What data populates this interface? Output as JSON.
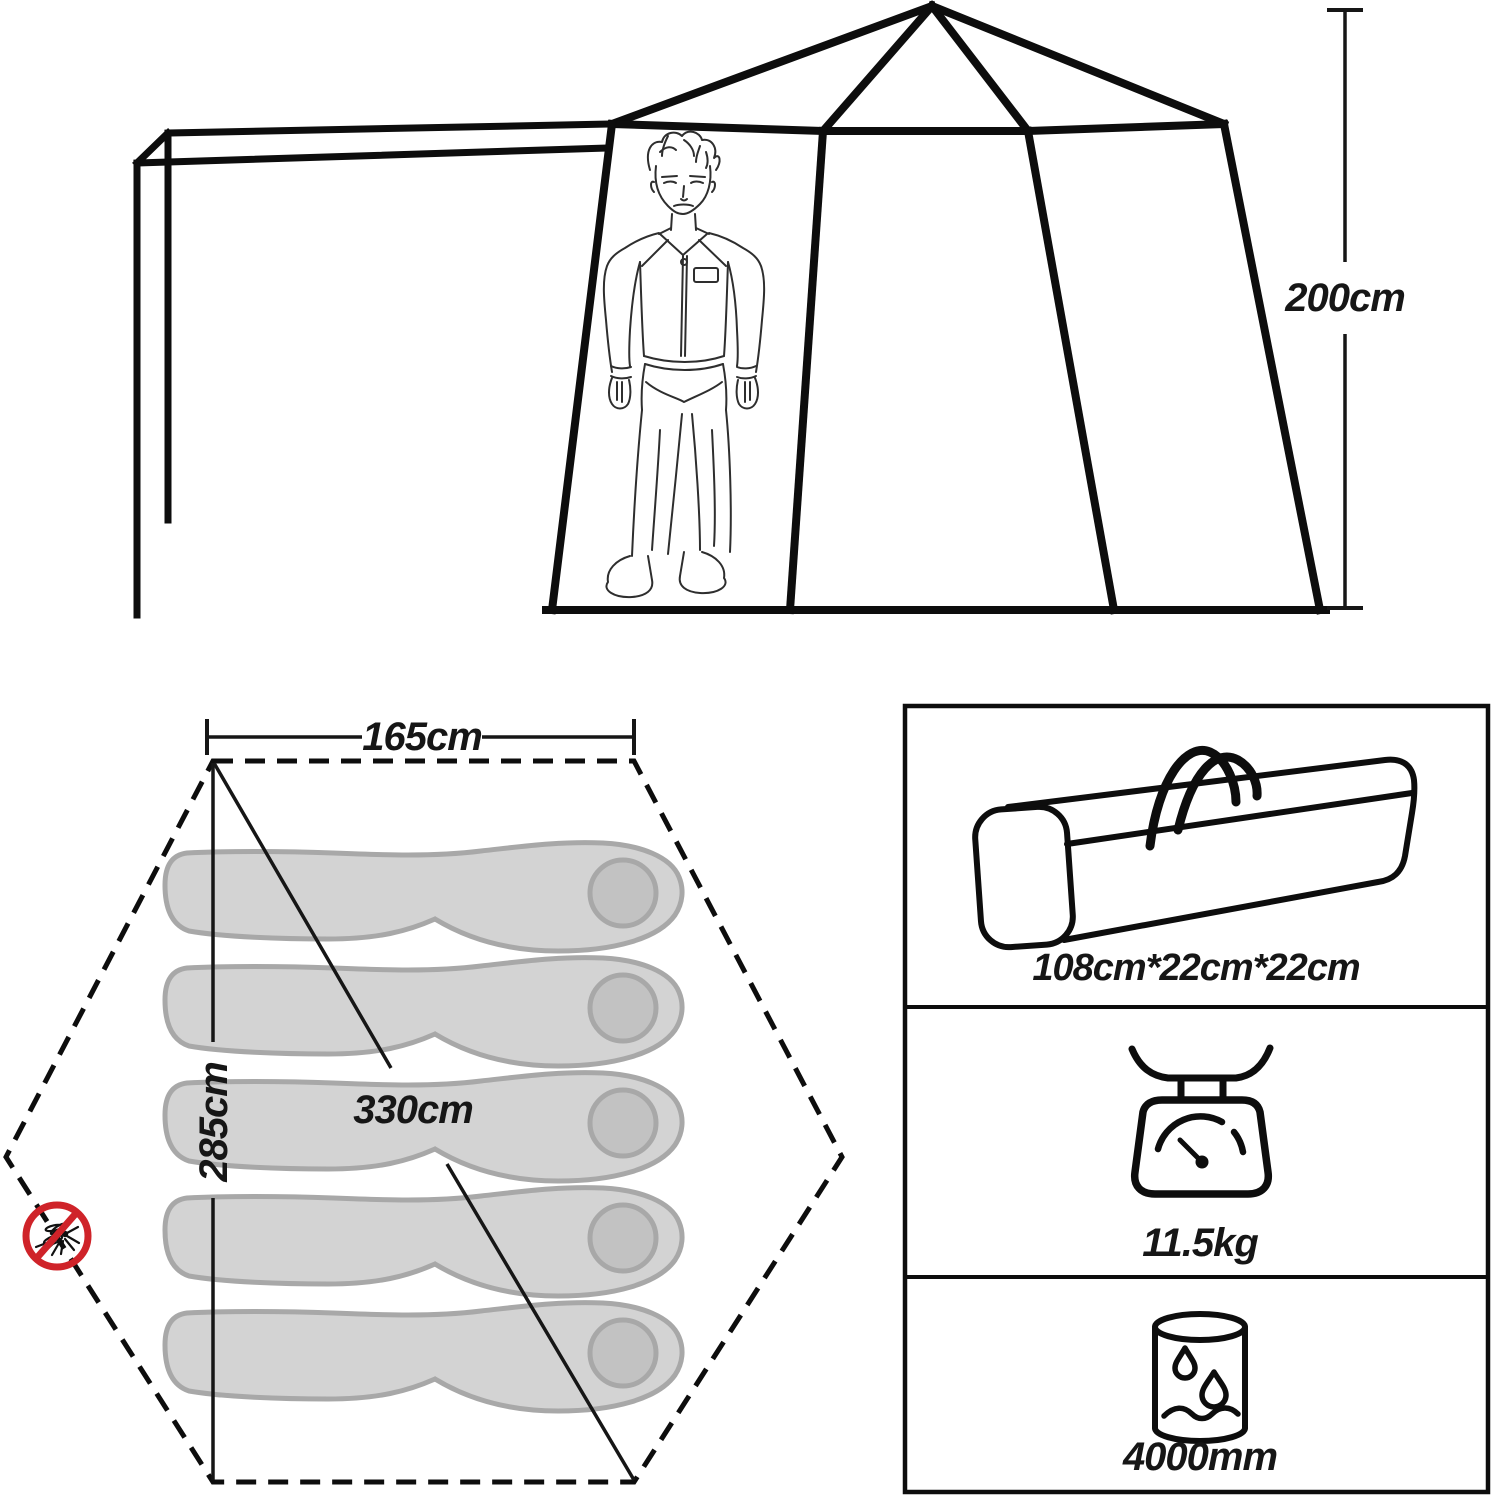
{
  "tent_view": {
    "height_label": "200cm"
  },
  "floor_plan": {
    "width_label": "165cm",
    "depth_label": "285cm",
    "diagonal_label": "330cm",
    "sleeping_bag_count": 5
  },
  "spec_panel": {
    "packed_size_label": "108cm*22cm*22cm",
    "weight_label": "11.5kg",
    "waterproof_label": "4000mm"
  },
  "icons": {
    "no_mosquito": "no-mosquito-icon",
    "carry_bag": "carry-bag-icon",
    "weight_scale": "weight-scale-icon",
    "waterproof": "water-column-icon"
  },
  "colors": {
    "line": "#0d0d0d",
    "text": "#161616",
    "prohibition_red": "#cf2329",
    "bag_fill": "#d3d3d3",
    "bag_stroke": "#a8a8a8",
    "pillow_fill": "#c2c2c2"
  }
}
